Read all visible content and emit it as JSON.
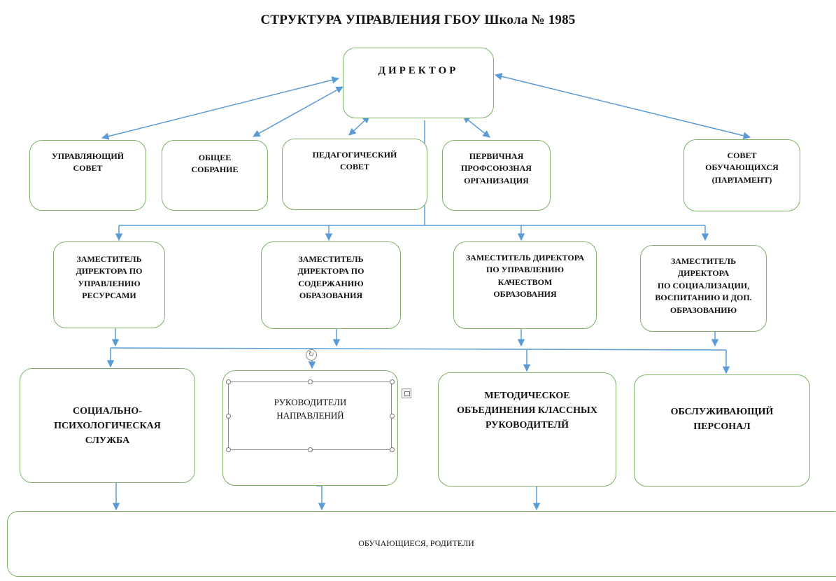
{
  "title": "СТРУКТУРА УПРАВЛЕНИЯ ГБОУ Школа № 1985",
  "director": "ДИРЕКТОР",
  "councils": [
    "УПРАВЛЯЮЩИЙ\nСОВЕТ",
    "ОБЩЕЕ\nСОБРАНИЕ",
    "ПЕДАГОГИЧЕСКИЙ\nСОВЕТ",
    "ПЕРВИЧНАЯ\nПРОФСОЮЗНАЯ\nОРГАНИЗАЦИЯ",
    "СОВЕТ\nОБУЧАЮЩИХСЯ\n(ПАРЛАМЕНТ)"
  ],
  "deputies": [
    "ЗАМЕСТИТЕЛЬ\nДИРЕКТОРА ПО\nУПРАВЛЕНИЮ\nРЕСУРСАМИ",
    "ЗАМЕСТИТЕЛЬ\nДИРЕКТОРА ПО\nСОДЕРЖАНИЮ\nОБРАЗОВАНИЯ",
    "ЗАМЕСТИТЕЛЬ ДИРЕКТОРА\nПО УПРАВЛЕНИЮ\nКАЧЕСТВОМ\nОБРАЗОВАНИЯ",
    "ЗАМЕСТИТЕЛЬ\nДИРЕКТОРА\nПО СОЦИАЛИЗАЦИИ,\nВОСПИТАНИЮ И ДОП.\nОБРАЗОВАНИЮ"
  ],
  "units": [
    "СОЦИАЛЬНО-\nПСИХОЛОГИЧЕСКАЯ\nСЛУЖБА",
    "РУКОВОДИТЕЛИ\nНАПРАВЛЕНИЙ",
    "МЕТОДИЧЕСКОЕ\nОБЪЕДИНЕНИЯ КЛАССНЫХ\nРУКОВОДИТЕЛЙ",
    "ОБСЛУЖИВАЮЩИЙ\nПЕРСОНАЛ"
  ],
  "bottom": "ОБУЧАЮЩИЕСЯ, РОДИТЕЛИ",
  "colors": {
    "box_border": "#7fb069",
    "connector": "#5b9bd5",
    "text": "#111111"
  },
  "icons": {
    "rotate_handle": "rotate-icon",
    "layout_options": "layout-options-icon"
  }
}
